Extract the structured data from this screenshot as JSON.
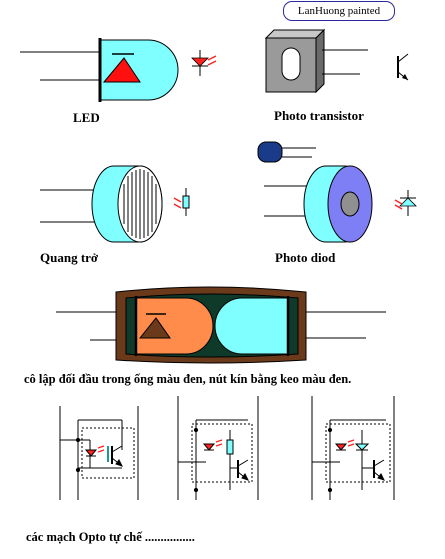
{
  "credit": "LanHuong painted",
  "labels": {
    "led": "LED",
    "photo_transistor": "Photo transistor",
    "photoresistor": "Quang trở",
    "photo_diode": "Photo diod",
    "caption_main": "cô lập đối đầu trong ống màu đen, nút kín bằng keo màu đen.",
    "caption_circuits": "các mạch Opto tự chế ................"
  },
  "colors": {
    "lens_cyan": "#7fffff",
    "led_triangle": "#ff1010",
    "symbol_red": "#ff2020",
    "led_orange": "#ff8c4a",
    "tube_brown": "#6b3a1a",
    "tube_dark": "#0f3a2a",
    "diode_blue": "#7f7ff5",
    "transistor_grey": "#9a9a9a",
    "mini_led_blue": "#1a3a8a"
  }
}
